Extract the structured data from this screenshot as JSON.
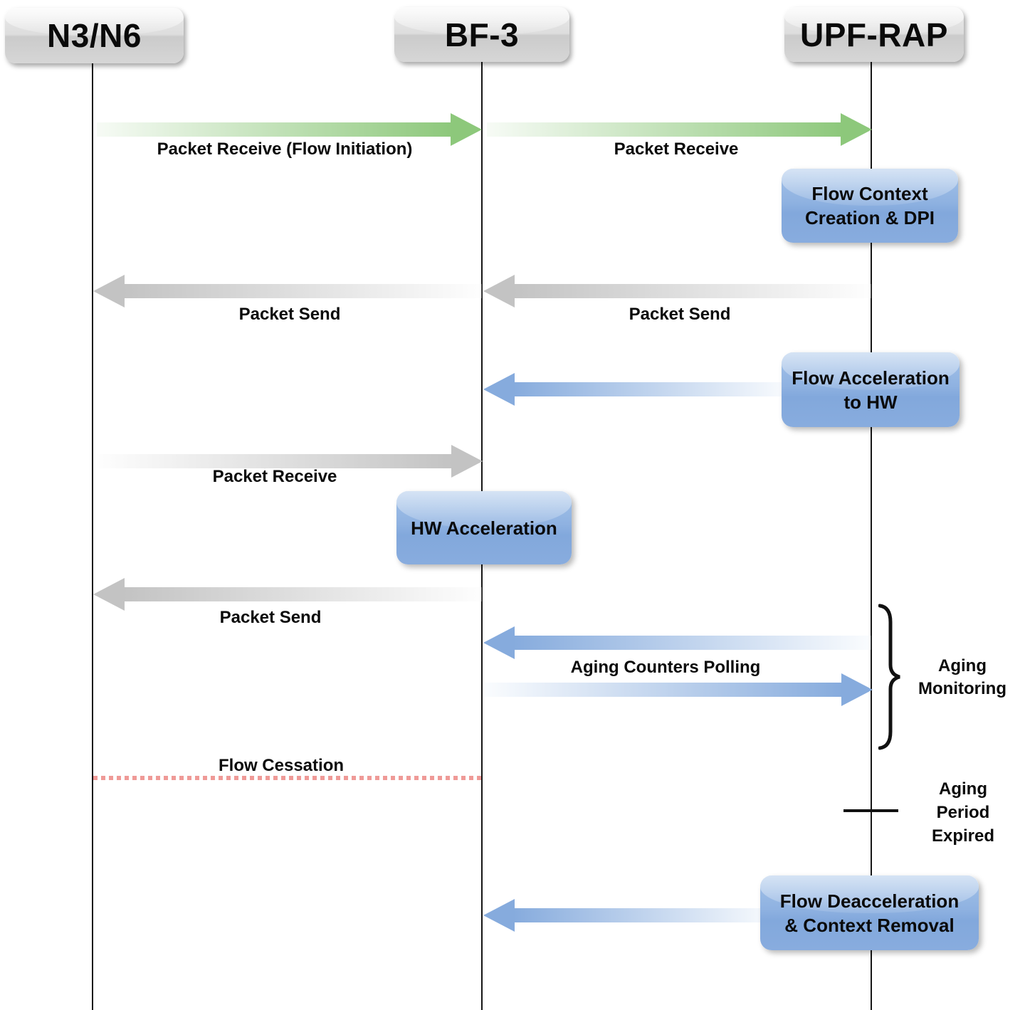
{
  "actors": [
    {
      "label": "N3/N6"
    },
    {
      "label": "BF-3"
    },
    {
      "label": "UPF-RAP"
    }
  ],
  "messages": [
    {
      "label": "Packet Receive (Flow Initiation)",
      "from": "N3/N6",
      "to": "BF-3",
      "style": "green"
    },
    {
      "label": "Packet Receive",
      "from": "BF-3",
      "to": "UPF-RAP",
      "style": "green"
    },
    {
      "label": "Packet Send",
      "from": "UPF-RAP",
      "to": "BF-3",
      "style": "gray"
    },
    {
      "label": "Packet Send",
      "from": "BF-3",
      "to": "N3/N6",
      "style": "gray"
    },
    {
      "label": "",
      "from": "UPF-RAP",
      "to": "BF-3",
      "style": "blue"
    },
    {
      "label": "Packet Receive",
      "from": "N3/N6",
      "to": "BF-3",
      "style": "gray"
    },
    {
      "label": "Packet Send",
      "from": "BF-3",
      "to": "N3/N6",
      "style": "gray"
    },
    {
      "label": "Aging Counters Polling",
      "from": "UPF-RAP",
      "to": "BF-3",
      "style": "blue"
    },
    {
      "label": "",
      "from": "BF-3",
      "to": "UPF-RAP",
      "style": "blue"
    },
    {
      "label": "",
      "from": "UPF-RAP",
      "to": "BF-3",
      "style": "blue"
    }
  ],
  "activities": [
    {
      "label": "Flow Context\nCreation & DPI",
      "actor": "UPF-RAP"
    },
    {
      "label": "Flow Acceleration\nto HW",
      "actor": "UPF-RAP"
    },
    {
      "label": "HW Acceleration",
      "actor": "BF-3"
    },
    {
      "label": "Flow Deacceleration\n& Context Removal",
      "actor": "UPF-RAP"
    }
  ],
  "annotations": {
    "aging_monitoring": "Aging\nMonitoring",
    "flow_cessation": "Flow Cessation",
    "aging_period_expired": "Aging\nPeriod\nExpired"
  },
  "colors": {
    "green": "#8dc87b",
    "gray": "#c3c3c3",
    "blue": "#86abdd",
    "red": "#ef9a97",
    "ink": "#0a0a0a"
  }
}
